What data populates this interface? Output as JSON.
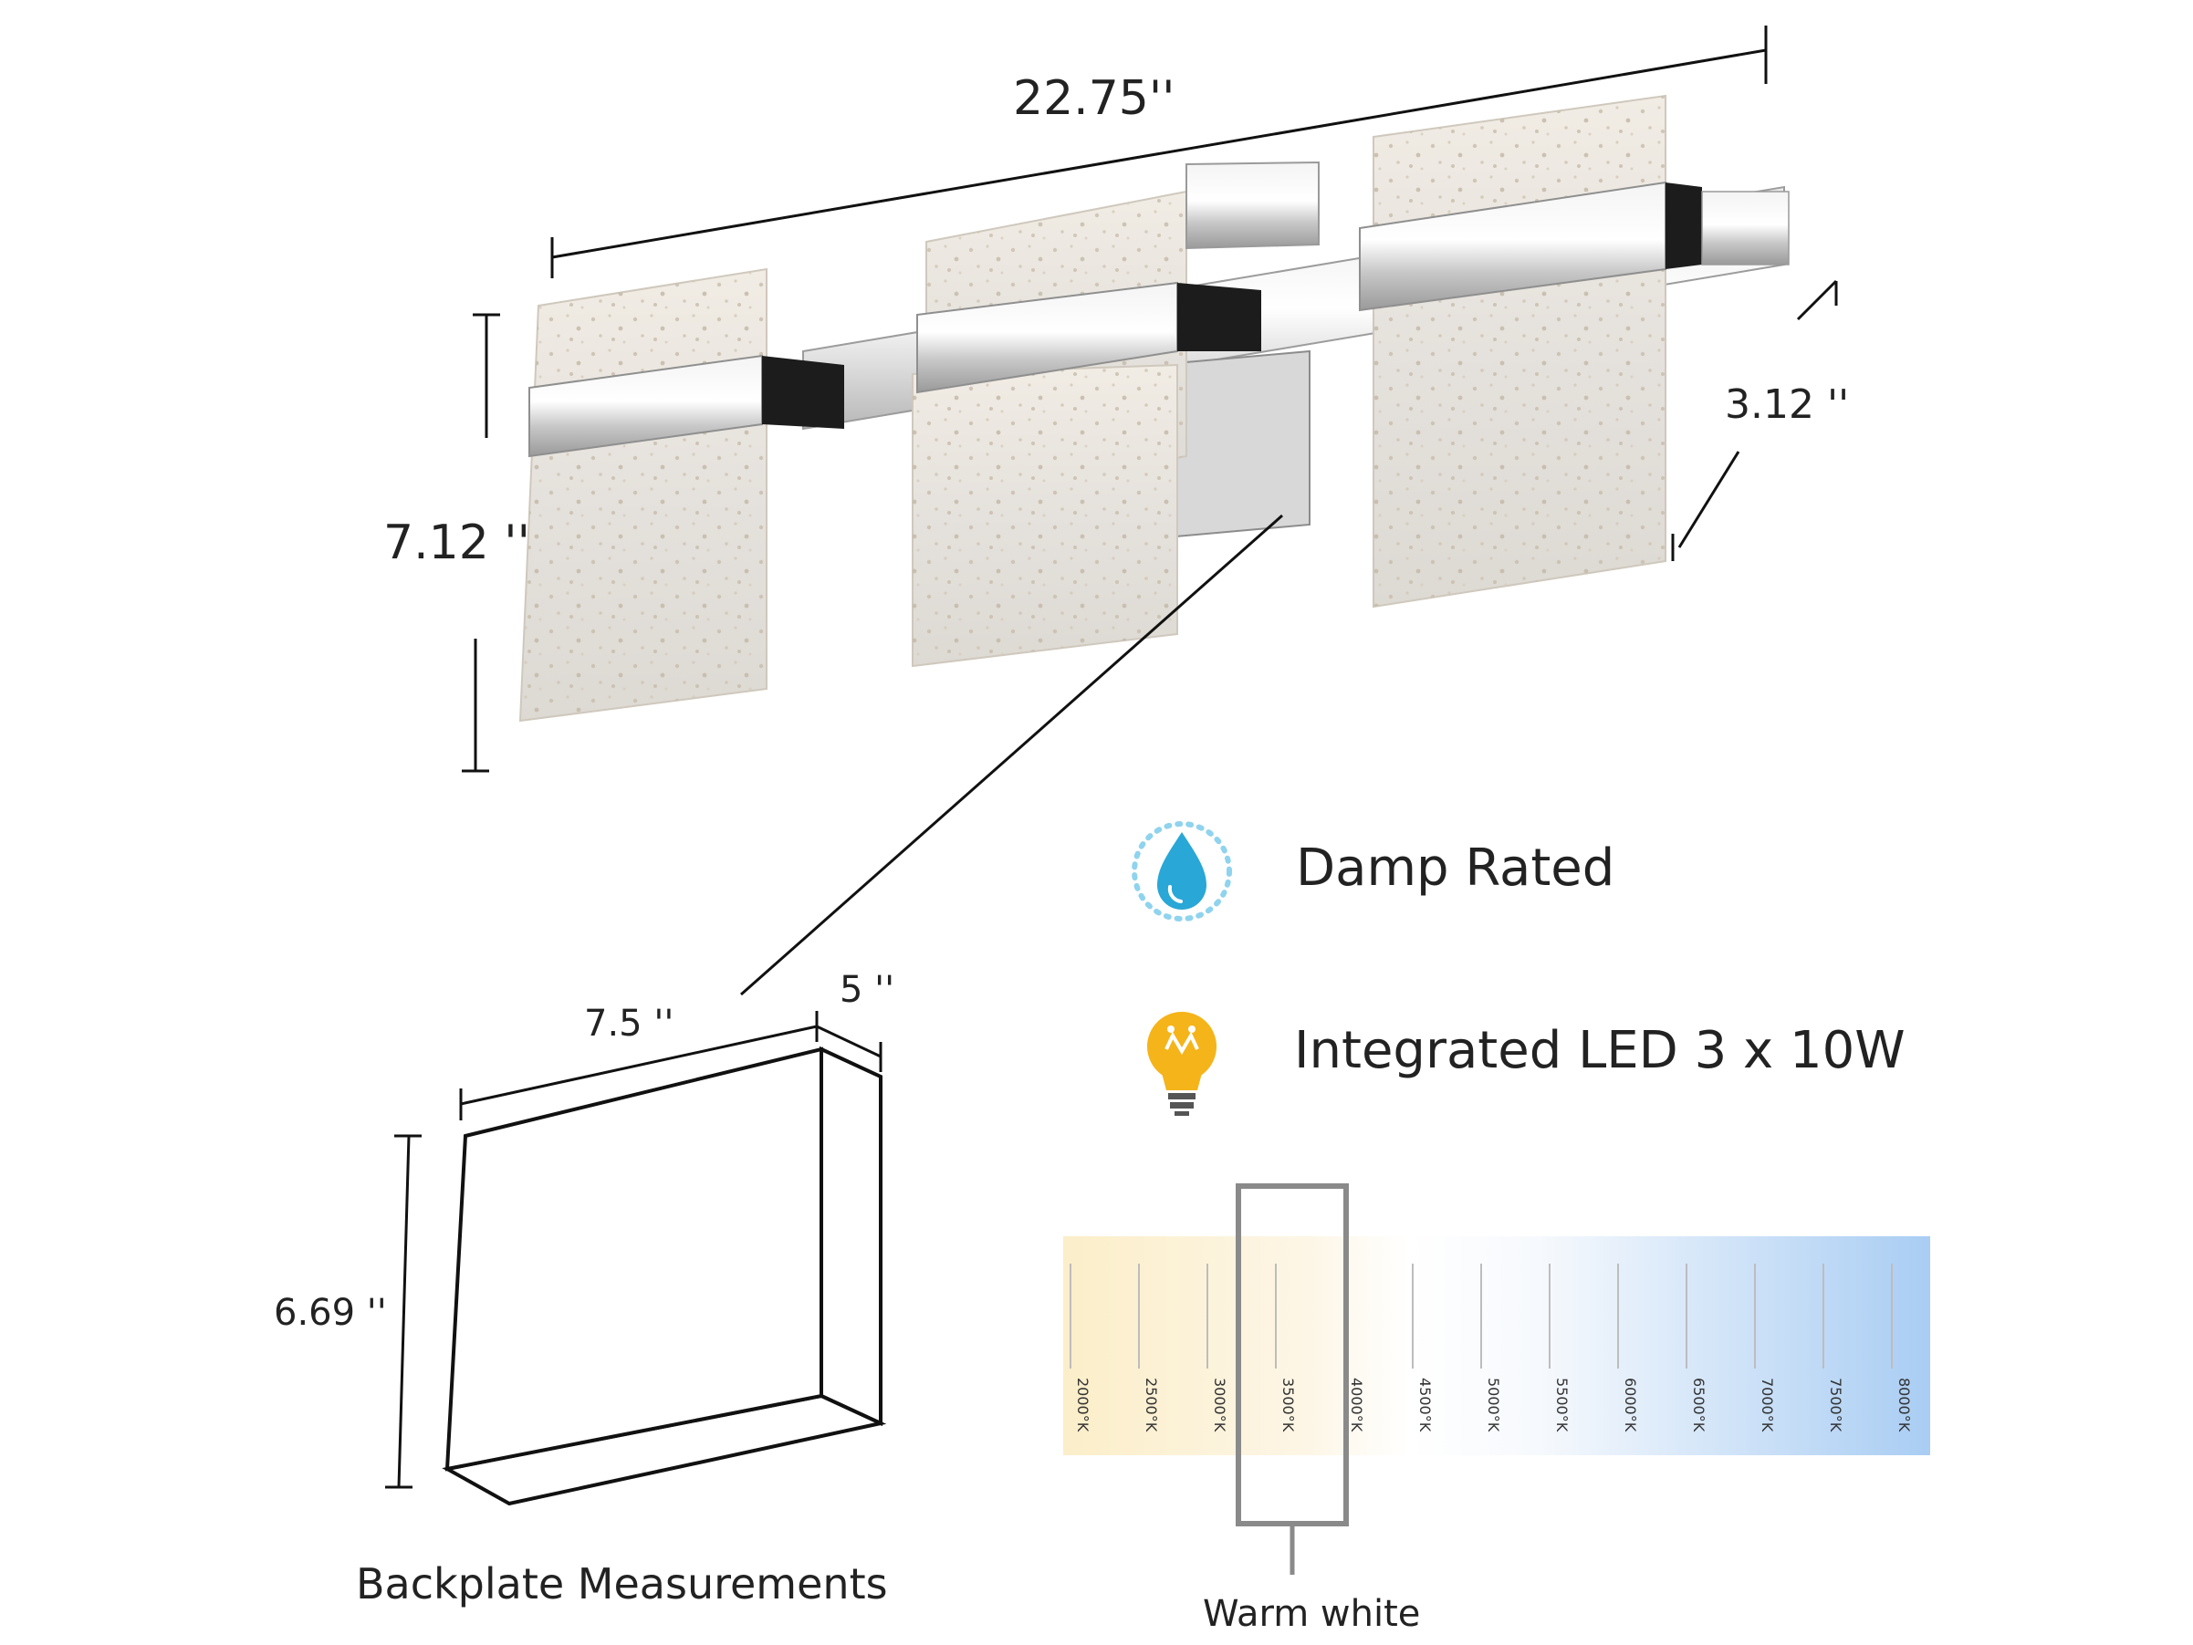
{
  "dimensions": {
    "width": "22.75''",
    "height": "7.12 ''",
    "depth": "3.12 ''"
  },
  "backplate": {
    "width": "7.5 ''",
    "depth": "5 ''",
    "height": "6.69 ''",
    "caption": "Backplate Measurements"
  },
  "features": [
    {
      "icon": "water-drop-icon",
      "label": "Damp Rated"
    },
    {
      "icon": "light-bulb-icon",
      "label": "Integrated LED 3 x 10W"
    }
  ],
  "color_temperature": {
    "ticks": [
      "2000°K",
      "2500°K",
      "3000°K",
      "3500°K",
      "4000°K",
      "4500°K",
      "5000°K",
      "5500°K",
      "6000°K",
      "6500°K",
      "7000°K",
      "7500°K",
      "8000°K"
    ],
    "highlighted": "3500°K",
    "highlight_label": "Warm white"
  },
  "colors": {
    "warm": "#fbeec9",
    "neutral": "#ffffff",
    "cool": "#a9cdf3",
    "drop": "#29a7d6",
    "bulb": "#f4b41a",
    "chrome": "#d9d9d9"
  }
}
